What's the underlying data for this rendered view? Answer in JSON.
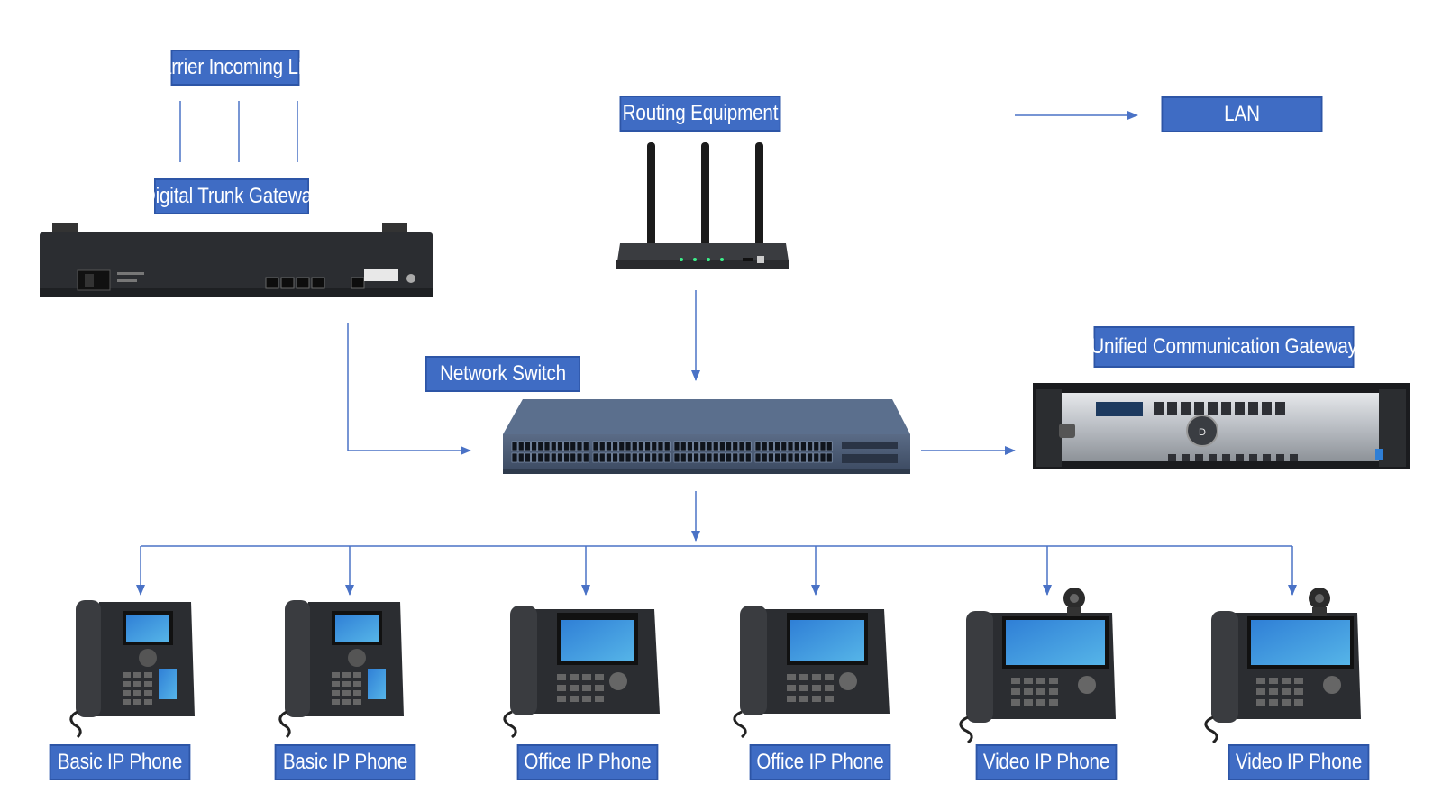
{
  "labels": {
    "carrier": "Carrier Incoming Line",
    "trunk": "Digital Trunk Gateway",
    "routing": "Routing Equipment",
    "lan": "LAN",
    "switch": "Network Switch",
    "ucg": "Unified Communication Gateway"
  },
  "phones": [
    {
      "label": "Basic IP Phone",
      "kind": "basic"
    },
    {
      "label": "Basic IP Phone",
      "kind": "basic"
    },
    {
      "label": "Office IP Phone",
      "kind": "office"
    },
    {
      "label": "Office IP Phone",
      "kind": "office"
    },
    {
      "label": "Video IP Phone",
      "kind": "video"
    },
    {
      "label": "Video IP Phone",
      "kind": "video"
    }
  ],
  "colors": {
    "label_fill": "#3f6cc4",
    "connector": "#4a72c6",
    "device_dark": "#2b2d31"
  }
}
